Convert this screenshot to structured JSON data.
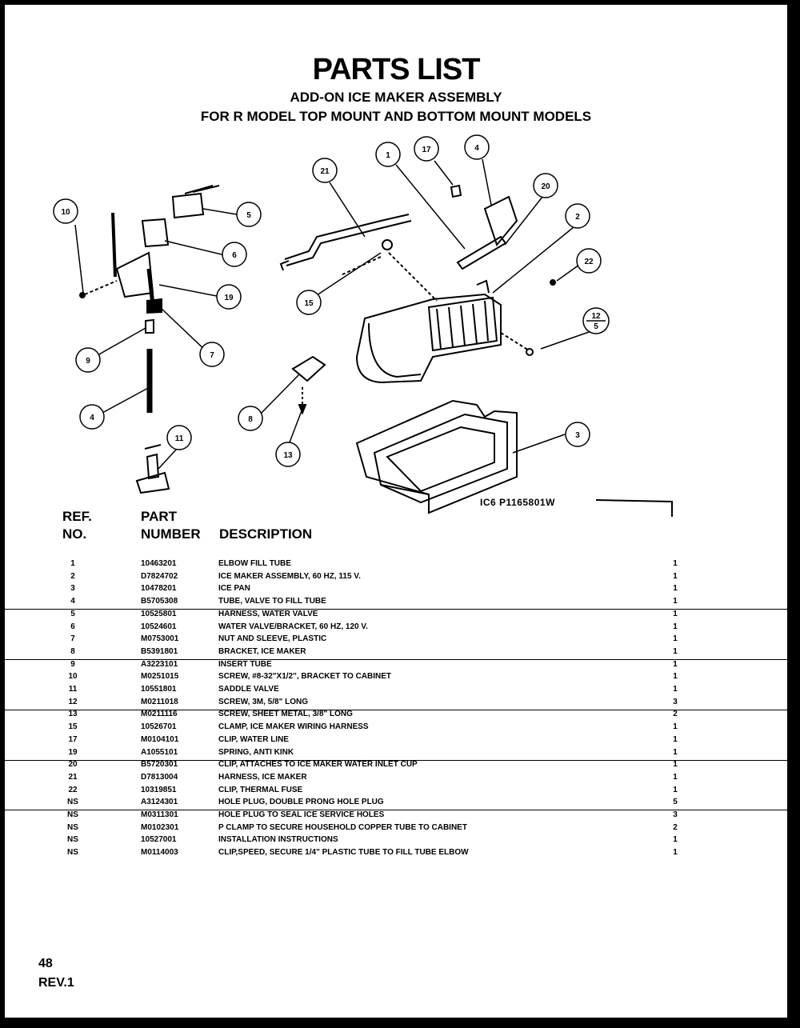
{
  "header": {
    "title": "PARTS LIST",
    "subtitle1": "ADD-ON ICE MAKER ASSEMBLY",
    "subtitle2": "FOR R MODEL TOP MOUNT AND BOTTOM MOUNT MODELS"
  },
  "diagram": {
    "callouts": [
      "10",
      "5",
      "6",
      "19",
      "9",
      "7",
      "4",
      "11",
      "21",
      "1",
      "17",
      "4",
      "20",
      "2",
      "22",
      "15",
      "12",
      "8",
      "13",
      "3"
    ],
    "fraction_callout": {
      "numerator": "12",
      "denominator": "5"
    },
    "figure_code": "IC6   P1165801W"
  },
  "table": {
    "col_ref": [
      "REF.",
      "NO."
    ],
    "col_part": [
      "PART",
      "NUMBER"
    ],
    "col_desc": "DESCRIPTION",
    "rows": [
      {
        "ref": "1",
        "part": "10463201",
        "desc": "ELBOW FILL TUBE",
        "qty": "1"
      },
      {
        "ref": "2",
        "part": "D7824702",
        "desc": "ICE MAKER ASSEMBLY, 60 HZ, 115 V.",
        "qty": "1"
      },
      {
        "ref": "3",
        "part": "10478201",
        "desc": "ICE PAN",
        "qty": "1"
      },
      {
        "ref": "4",
        "part": "B5705308",
        "desc": "TUBE, VALVE TO FILL TUBE",
        "qty": "1"
      },
      {
        "ref": "5",
        "part": "10525801",
        "desc": "HARNESS, WATER VALVE",
        "qty": "1"
      },
      {
        "ref": "6",
        "part": "10524601",
        "desc": "WATER  VALVE/BRACKET, 60 HZ, 120 V.",
        "qty": "1"
      },
      {
        "ref": "7",
        "part": "M0753001",
        "desc": "NUT AND SLEEVE, PLASTIC",
        "qty": "1"
      },
      {
        "ref": "8",
        "part": "B5391801",
        "desc": "BRACKET, ICE MAKER",
        "qty": "1"
      },
      {
        "ref": "9",
        "part": "A3223101",
        "desc": "INSERT TUBE",
        "qty": "1"
      },
      {
        "ref": "10",
        "part": "M0251015",
        "desc": "SCREW, #8-32\"X1/2\", BRACKET TO CABINET",
        "qty": "1"
      },
      {
        "ref": "11",
        "part": "10551801",
        "desc": "SADDLE VALVE",
        "qty": "1"
      },
      {
        "ref": "12",
        "part": "M0211018",
        "desc": "SCREW, 3M, 5/8\" LONG",
        "qty": "3"
      },
      {
        "ref": "13",
        "part": "M0211116",
        "desc": "SCREW, SHEET METAL, 3/8\" LONG",
        "qty": "2"
      },
      {
        "ref": "15",
        "part": "10526701",
        "desc": "CLAMP, ICE MAKER WIRING HARNESS",
        "qty": "1"
      },
      {
        "ref": "17",
        "part": "M0104101",
        "desc": "CLIP, WATER LINE",
        "qty": "1"
      },
      {
        "ref": "19",
        "part": "A1055101",
        "desc": "SPRING, ANTI KINK",
        "qty": "1"
      },
      {
        "ref": "20",
        "part": "B5720301",
        "desc": "CLIP, ATTACHES TO ICE MAKER WATER INLET CUP",
        "qty": "1"
      },
      {
        "ref": "21",
        "part": "D7813004",
        "desc": "HARNESS, ICE MAKER",
        "qty": "1"
      },
      {
        "ref": "22",
        "part": "10319851",
        "desc": "CLIP, THERMAL FUSE",
        "qty": "1"
      },
      {
        "ref": "NS",
        "part": "A3124301",
        "desc": "HOLE PLUG, DOUBLE PRONG HOLE PLUG",
        "qty": "5"
      },
      {
        "ref": "NS",
        "part": "M0311301",
        "desc": "HOLE PLUG TO SEAL ICE SERVICE HOLES",
        "qty": "3"
      },
      {
        "ref": "NS",
        "part": "M0102301",
        "desc": "P CLAMP TO SECURE HOUSEHOLD COPPER TUBE TO CABINET",
        "qty": "2"
      },
      {
        "ref": "NS",
        "part": "10527001",
        "desc": "INSTALLATION INSTRUCTIONS",
        "qty": "1"
      },
      {
        "ref": "NS",
        "part": "M0114003",
        "desc": "CLIP,SPEED, SECURE 1/4\" PLASTIC TUBE TO FILL TUBE ELBOW",
        "qty": "1"
      }
    ]
  },
  "footer": {
    "page": "48",
    "rev": "REV.1"
  }
}
